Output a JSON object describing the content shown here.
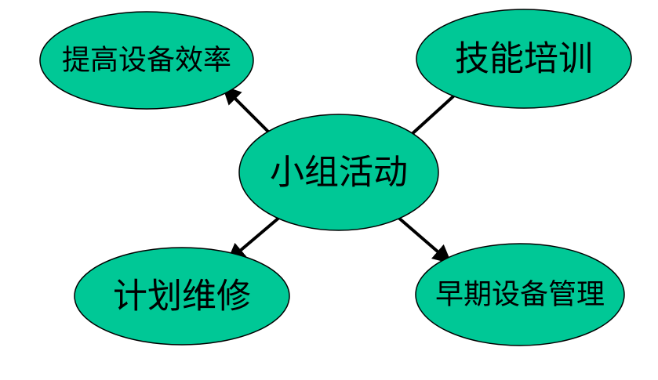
{
  "colors": {
    "node_fill": "#00C896",
    "node_stroke": "#000000",
    "arrow": "#000000",
    "background": "#FFFFFF"
  },
  "nodes": {
    "center": {
      "label": "小组活动"
    },
    "top_left": {
      "label": "提高设备效率"
    },
    "top_right": {
      "label": "技能培训"
    },
    "bottom_left": {
      "label": "计划维修"
    },
    "bottom_right": {
      "label": "早期设备管理"
    }
  }
}
